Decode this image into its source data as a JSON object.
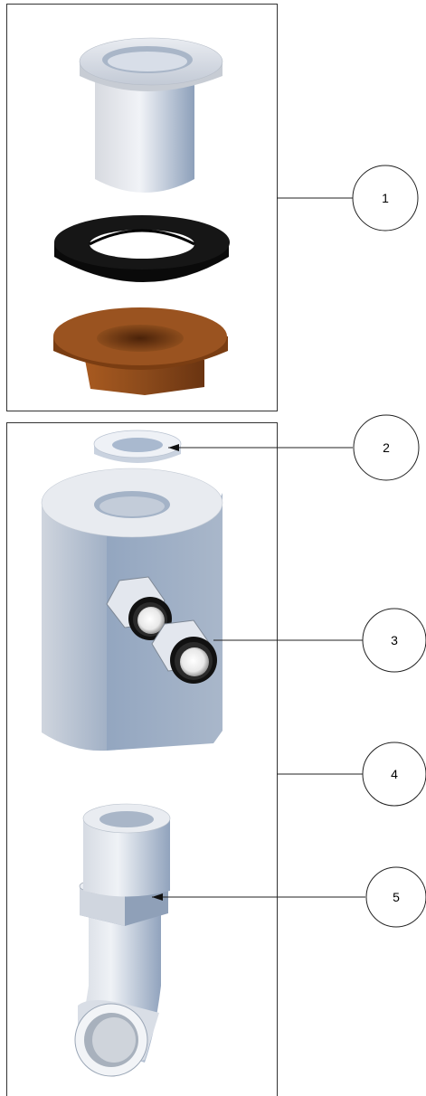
{
  "diagram": {
    "callouts": [
      {
        "id": "callout-1",
        "label": "1"
      },
      {
        "id": "callout-2",
        "label": "2"
      },
      {
        "id": "callout-3",
        "label": "3"
      },
      {
        "id": "callout-4",
        "label": "4"
      },
      {
        "id": "callout-5",
        "label": "5"
      }
    ],
    "colors": {
      "frame": "#333333",
      "metal_light": "#e6e8ec",
      "metal_mid": "#c9d0da",
      "metal_dark": "#8fa0b8",
      "gasket": "#111111",
      "brown_nut": "#8b4a1b",
      "brown_dark": "#5e2f0f",
      "white_ring": "#eef1f6"
    }
  }
}
